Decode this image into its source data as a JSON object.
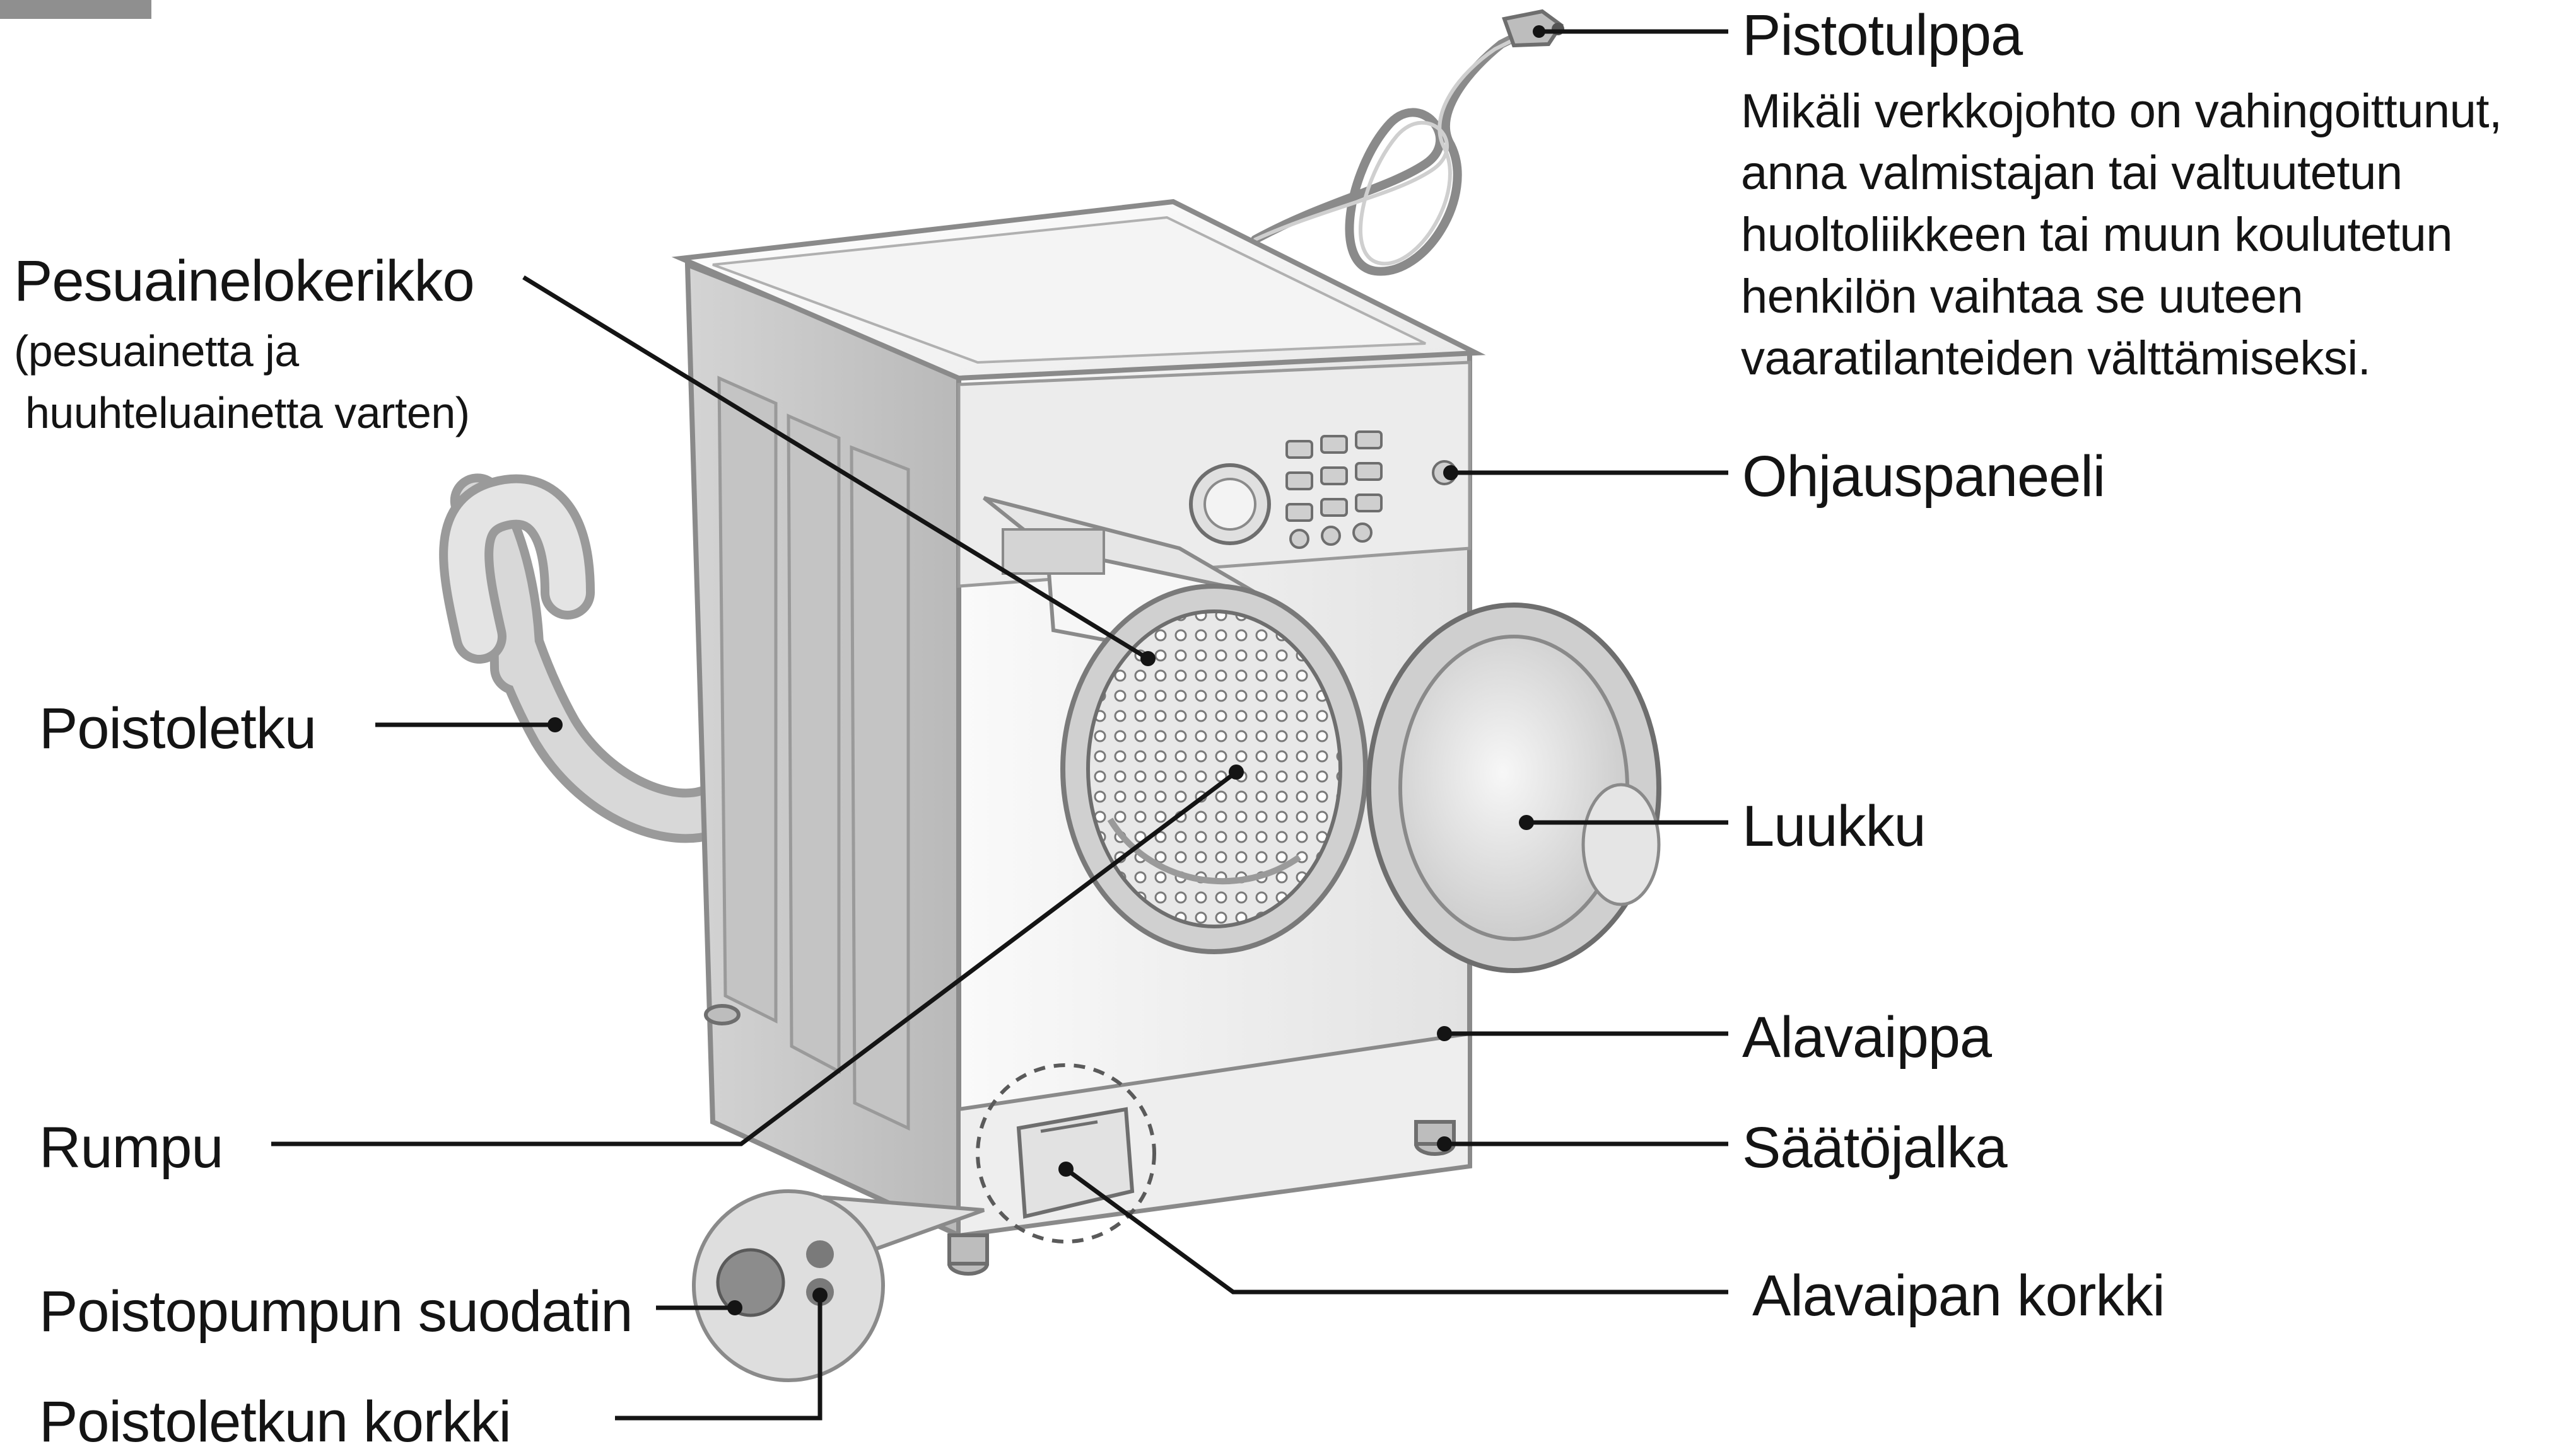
{
  "labels": {
    "pistotulppa": "Pistotulppa",
    "pesuainelokerikko": "Pesuainelokerikko",
    "pesuainelokerikko_sub1": "(pesuainetta ja",
    "pesuainelokerikko_sub2": "huuhteluainetta varten)",
    "ohjauspaneeli": "Ohjauspaneeli",
    "poistoletku": "Poistoletku",
    "luukku": "Luukku",
    "alavaippa": "Alavaippa",
    "saatojalka": "Säätöjalka",
    "rumpu": "Rumpu",
    "alavaipan_korkki": "Alavaipan korkki",
    "poistopumpun_suodatin": "Poistopumpun suodatin",
    "poistoletkun_korkki": "Poistoletkun korkki"
  },
  "note": [
    "Mikäli verkkojohto on vahingoittunut,",
    "anna valmistajan tai valtuutetun",
    "huoltoliikkeen tai muun koulutetun",
    "henkilön vaihtaa se uuteen",
    "vaaratilanteiden välttämiseksi."
  ],
  "colors": {
    "line": "#141414",
    "body_light": "#f2f2f2",
    "body_mid": "#d9d9d9",
    "body_dark": "#a9a9a9",
    "outline": "#8a8a8a"
  }
}
